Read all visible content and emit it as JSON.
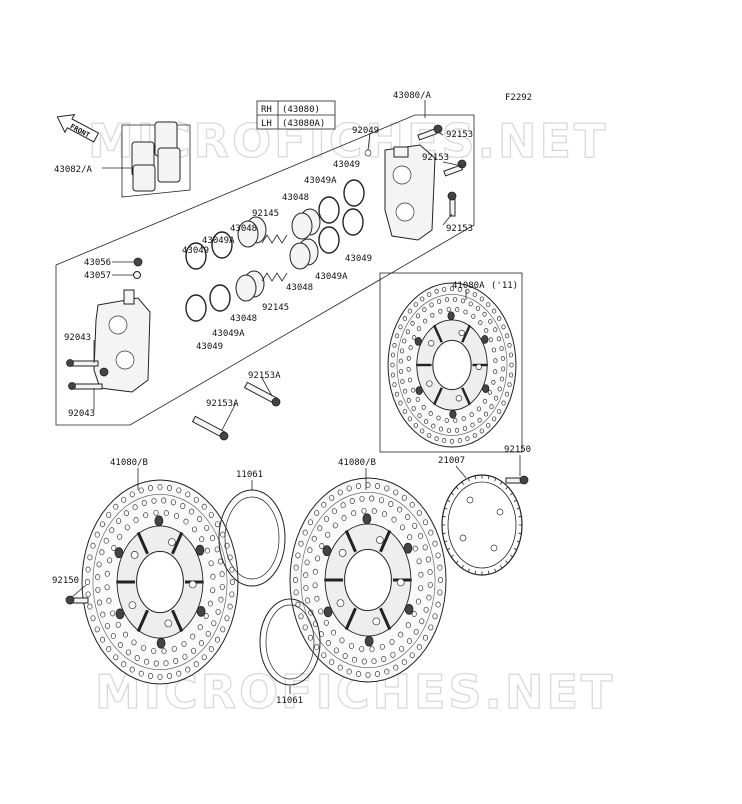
{
  "diagram_code": "F2292",
  "watermark": "MICROFICHES.NET",
  "front_label": "FRONT",
  "side_table": {
    "rows": [
      {
        "side": "RH",
        "part": "(43080)"
      },
      {
        "side": "LH",
        "part": "(43080A)"
      }
    ]
  },
  "labels": {
    "caliper_assy": "43080/A",
    "pad_set": "43082/A",
    "bleeder": "43056",
    "bleeder_cap": "43057",
    "bolt_92043_a": "92043",
    "bolt_92043_b": "92043",
    "washer_92049": "92049",
    "bolt_92153_a": "92153",
    "bolt_92153_b": "92153",
    "bolt_92153_c": "92153",
    "bolt_92153A_a": "92153A",
    "bolt_92153A_b": "92153A",
    "seal_43049_1": "43049",
    "seal_43049_2": "43049",
    "seal_43049_3": "43049",
    "seal_43049_4": "43049",
    "seal_43049A_1": "43049A",
    "seal_43049A_2": "43049A",
    "seal_43049A_3": "43049A",
    "seal_43049A_4": "43049A",
    "piston_43048_1": "43048",
    "piston_43048_2": "43048",
    "piston_43048_3": "43048",
    "piston_43048_4": "43048",
    "spring_92145_a": "92145",
    "spring_92145_b": "92145",
    "disc_inset": "41080A",
    "disc_inset_note": "('11)",
    "disc_left": "41080/B",
    "disc_center": "41080/B",
    "shim_top": "11061",
    "shim_bottom": "11061",
    "sensor_ring": "21007",
    "bolt_92150_left": "92150",
    "bolt_92150_right": "92150"
  }
}
